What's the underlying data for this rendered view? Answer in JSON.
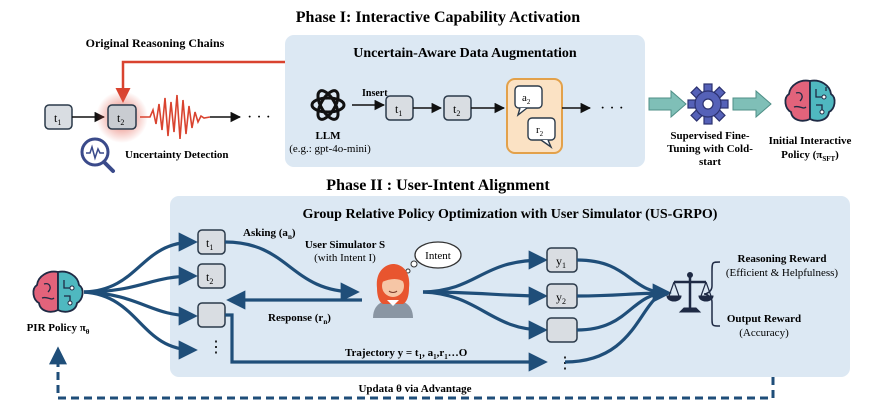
{
  "phase1": {
    "title": "Phase I: Interactive Capability Activation",
    "original_chains_label": "Original Reasoning Chains",
    "uncertainty_label": "Uncertainty Detection",
    "t1": "t",
    "t1_sub": "1",
    "t2": "t",
    "t2_sub": "2",
    "ellipsis": "· · ·",
    "augment": {
      "title": "Uncertain-Aware Data Augmentation",
      "insert_label": "Insert",
      "llm_label": "LLM",
      "llm_model": "(e.g.: gpt-4o-mini)",
      "a2": "a",
      "a2_sub": "2",
      "r2": "r",
      "r2_sub": "2"
    },
    "sft_label_line1": "Supervised Fine-",
    "sft_label_line2": "Tuning with Cold-",
    "sft_label_line3": "start",
    "initial_policy_line1": "Initial Interactive",
    "initial_policy_line2": "Policy (π",
    "initial_policy_sub": "SFT",
    "initial_policy_close": ")"
  },
  "phase2": {
    "title": "Phase II : User-Intent Alignment",
    "grpo_title": "Group Relative Policy Optimization with User Simulator (US-GRPO)",
    "policy_label": "PIR Policy π",
    "policy_sub": "θ",
    "asking_label": "Asking (a",
    "asking_sub": "n",
    "asking_close": ")",
    "response_label": "Response (r",
    "response_sub": "n",
    "response_close": ")",
    "simulator_line1": "User Simulator S",
    "simulator_line2": "(with Intent I)",
    "intent_bubble": "Intent",
    "trajectory_label": "Trajectory y = t",
    "trajectory_rest": ", a",
    "trajectory_rest2": ",r",
    "trajectory_end": "…O",
    "y1": "y",
    "y1_sub": "1",
    "y2": "y",
    "y2_sub": "2",
    "reasoning_reward": "Reasoning Reward",
    "reasoning_reward_detail": "(Efficient & Helpfulness)",
    "output_reward": "Output Reward",
    "output_reward_detail": "(Accuracy)",
    "update_label": "Updata θ via Advantage"
  },
  "colors": {
    "panel": "#dce8f3",
    "node_fill": "#d9dde2",
    "node_stroke": "#2b3a4a",
    "flow": "#1f4e79",
    "red": "#d9432f",
    "teal": "#7fbfb7",
    "orange_fill": "#fbe2c4",
    "orange_stroke": "#e3a14a",
    "gear": "#5561b8"
  }
}
